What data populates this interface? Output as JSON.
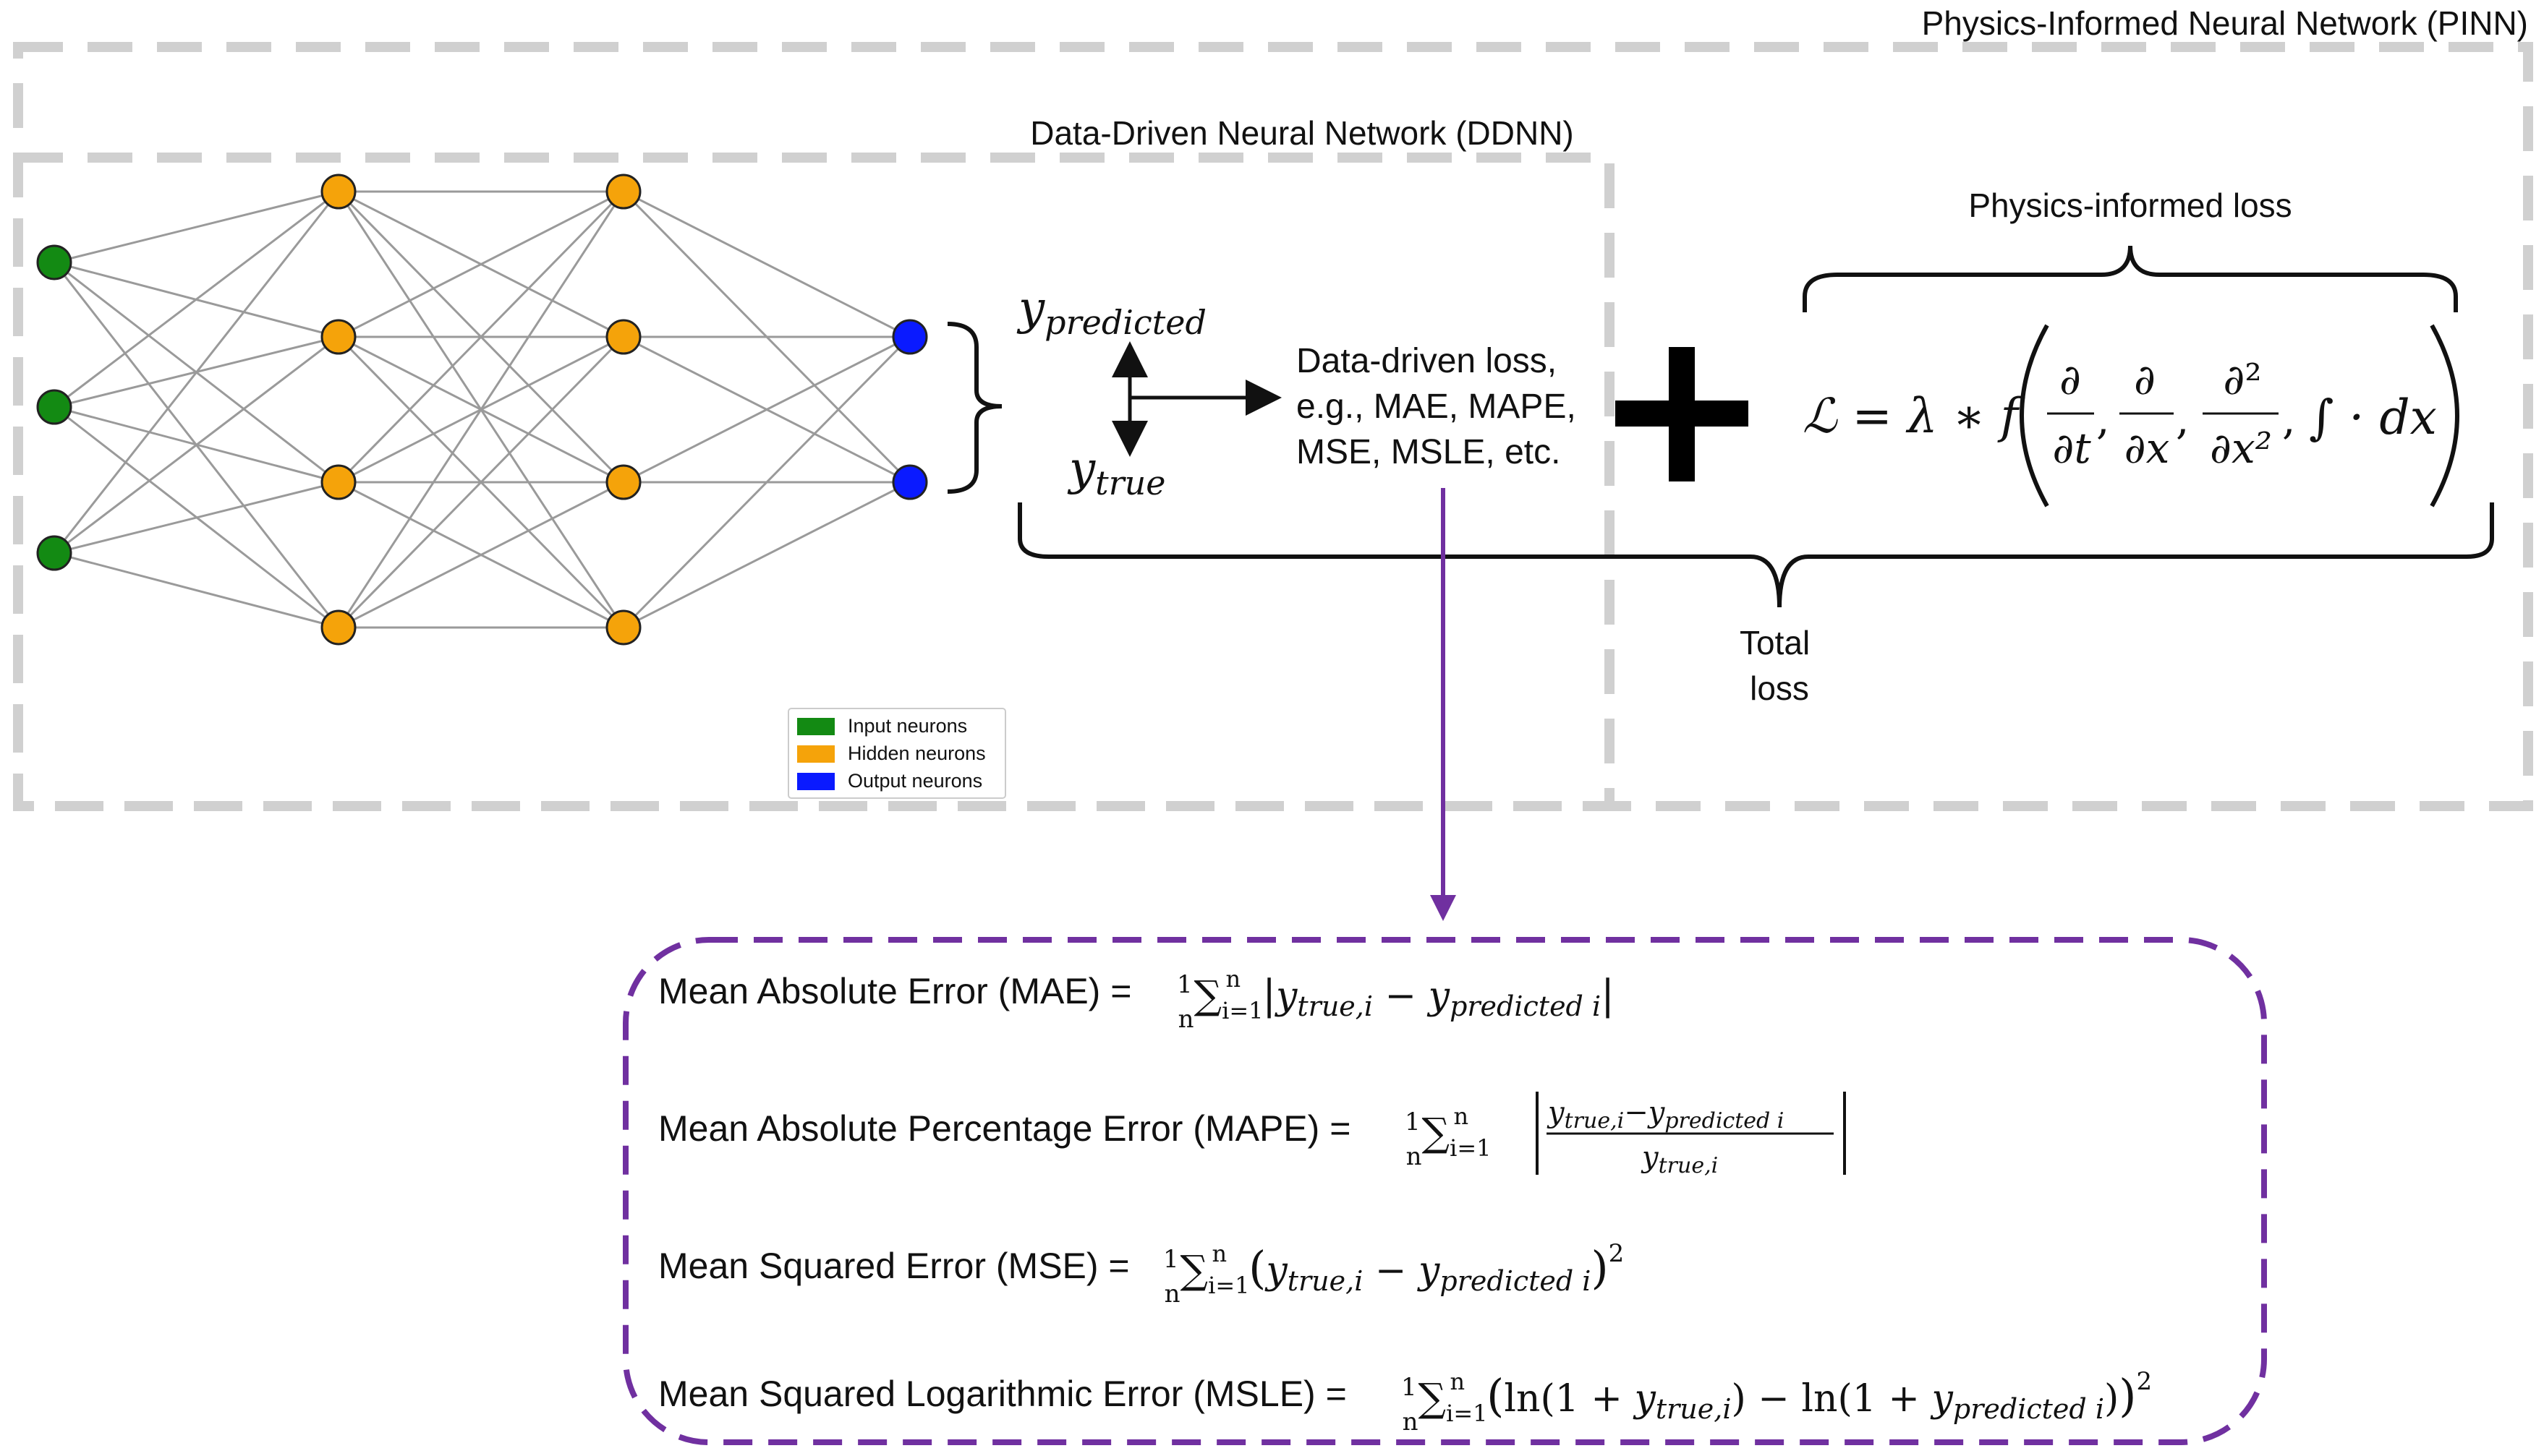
{
  "pinn": {
    "title": "Physics-Informed Neural Network (PINN)"
  },
  "ddnn": {
    "title": "Data-Driven Neural Network (DDNN)"
  },
  "network": {
    "layer_sizes": [
      3,
      4,
      4,
      2
    ]
  },
  "legend": [
    {
      "label": "Input neurons",
      "color": "#138a13"
    },
    {
      "label": "Hidden neurons",
      "color": "#f5a30a"
    },
    {
      "label": "Output neurons",
      "color": "#0a1aff"
    }
  ],
  "prediction": {
    "y_predicted": "y",
    "y_predicted_sub": "predicted",
    "y_true": "y",
    "y_true_sub": "true"
  },
  "data_loss": {
    "lines": [
      "Data-driven loss,",
      "e.g., MAE, MAPE,",
      "MSE, MSLE, etc."
    ]
  },
  "plus": {
    "symbol": "+"
  },
  "physics_loss": {
    "title": "Physics-informed loss",
    "lhs": "ℒ = λ ∗ f",
    "d_t_num": "∂",
    "d_t_den": "∂t",
    "d_x_num": "∂",
    "d_x_den": "∂x",
    "d_xx_num": "∂²",
    "d_xx_den": "∂x²",
    "integral": "∫ · dx"
  },
  "total_loss": {
    "line1": "Total",
    "line2": "loss"
  },
  "formulas": {
    "mae": {
      "label": "Mean Absolute Error (MAE) ="
    },
    "mape": {
      "label": "Mean Absolute Percentage Error (MAPE) ="
    },
    "mse": {
      "label": "Mean Squared Error (MSE) ="
    },
    "msle": {
      "label": "Mean Squared Logarithmic Error (MSLE) ="
    }
  },
  "colors": {
    "dash_gray": "#d0d0d0",
    "purple": "#7030a0",
    "edge_gray": "#9a9a9a"
  }
}
